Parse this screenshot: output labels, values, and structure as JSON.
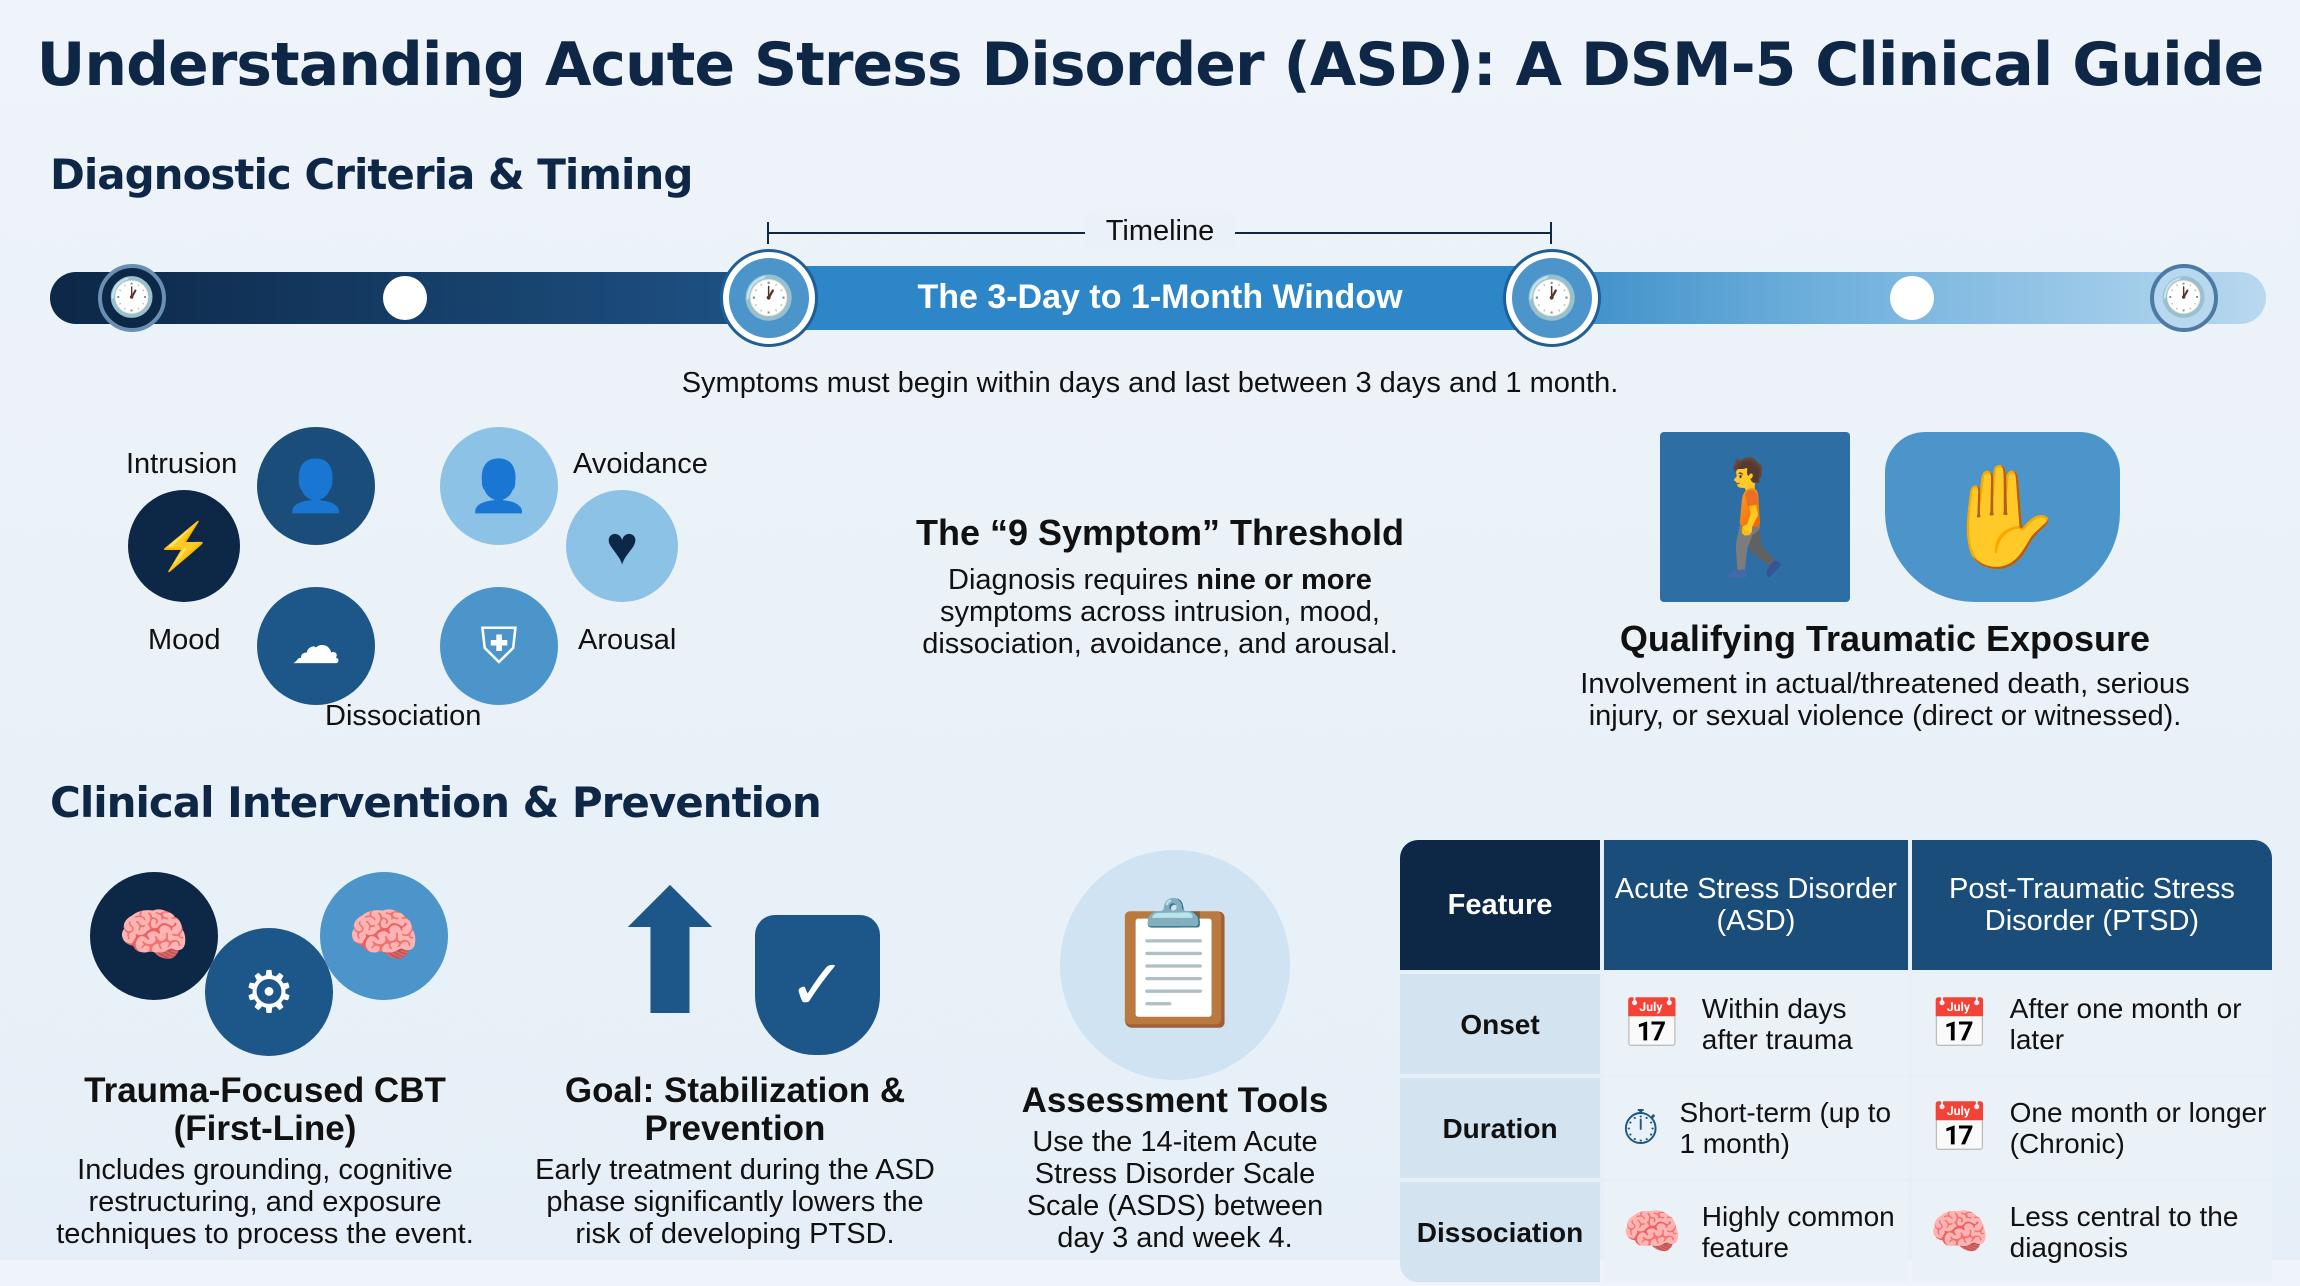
{
  "title": "Understanding Acute Stress Disorder (ASD): A DSM-5 Clinical Guide",
  "section1": "Diagnostic Criteria & Timing",
  "timeline": {
    "label": "Timeline",
    "window": "The 3-Day to 1-Month Window",
    "caption": "Symptoms must begin within days and last between 3 days and 1 month."
  },
  "clusters": {
    "intrusion": "Intrusion",
    "avoidance": "Avoidance",
    "mood": "Mood",
    "arousal": "Arousal",
    "dissociation": "Dissociation"
  },
  "threshold": {
    "title": "The “9 Symptom” Threshold",
    "pre": "Diagnosis requires ",
    "bold": "nine or more",
    "post": " symptoms across intrusion, mood, dissociation, avoidance, and arousal."
  },
  "exposure": {
    "title": "Qualifying Traumatic Exposure",
    "text": "Involvement in actual/threatened death, serious injury, or sexual violence (direct or witnessed)."
  },
  "section2": "Clinical Intervention & Prevention",
  "cards": [
    {
      "title": "Trauma-Focused CBT (First-Line)",
      "text": "Includes grounding, cognitive restructuring, and exposure techniques to process the event."
    },
    {
      "title": "Goal: Stabilization & Prevention",
      "text": "Early treatment during the ASD phase significantly lowers the risk of developing PTSD."
    },
    {
      "title": "Assessment Tools",
      "text": "Use the 14-item Acute Stress Disorder Scale Scale (ASDS) between day 3 and week 4."
    }
  ],
  "table": {
    "headers": [
      "Feature",
      "Acute Stress Disorder (ASD)",
      "Post-Traumatic Stress Disorder (PTSD)"
    ],
    "rows": [
      {
        "feature": "Onset",
        "asd": "Within days after trauma",
        "ptsd": "After one month or later"
      },
      {
        "feature": "Duration",
        "asd": "Short-term (up to 1 month)",
        "ptsd": "One month or longer (Chronic)"
      },
      {
        "feature": "Dissociation",
        "asd": "Highly common feature",
        "ptsd": "Less central to the diagnosis"
      }
    ]
  }
}
